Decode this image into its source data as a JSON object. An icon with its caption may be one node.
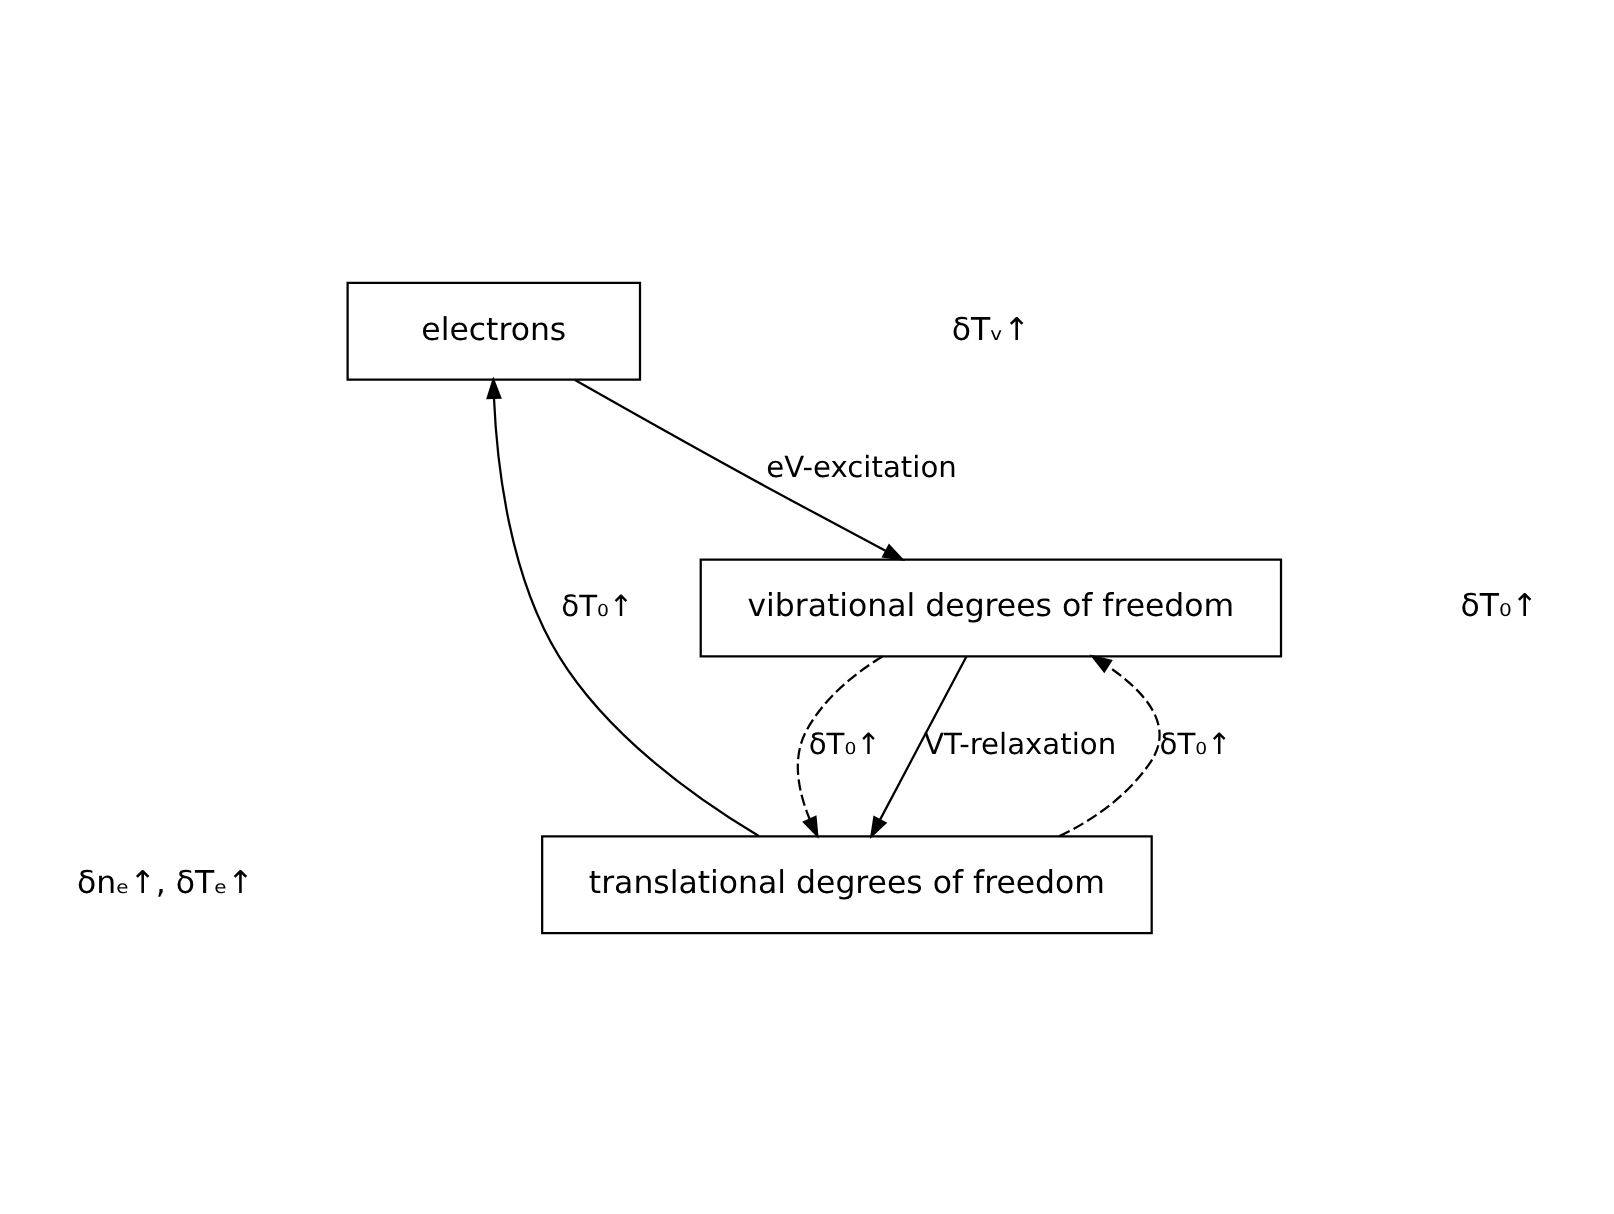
{
  "diagram": {
    "nodes": [
      {
        "text": [
          "electrons"
        ]
      },
      {
        "text": [
          "translational degrees of freedom"
        ]
      },
      {
        "text": [
          "vibrational degrees of freedom"
        ]
      }
    ],
    "edges": [
      {
        "from": 1,
        "to": 0,
        "arrow": "to",
        "label": "δT₀↑"
      },
      {
        "from": 0,
        "to": 2,
        "arrow": "to",
        "label": "eV-excitation"
      },
      {
        "from": 2,
        "to": 1,
        "arrow": "to",
        "label": "VT-relaxation"
      },
      {
        "from": 2,
        "to": 1,
        "arrow": "to",
        "style": "dashed",
        "label": "δT₀↑"
      },
      {
        "from": 1,
        "to": 2,
        "arrow": "to",
        "style": "dashed",
        "label": "δT₀↑"
      }
    ],
    "labels": [
      "δnₑ↑, δTₑ↑",
      "δT₀↑",
      "δTᵥ↑"
    ]
  }
}
